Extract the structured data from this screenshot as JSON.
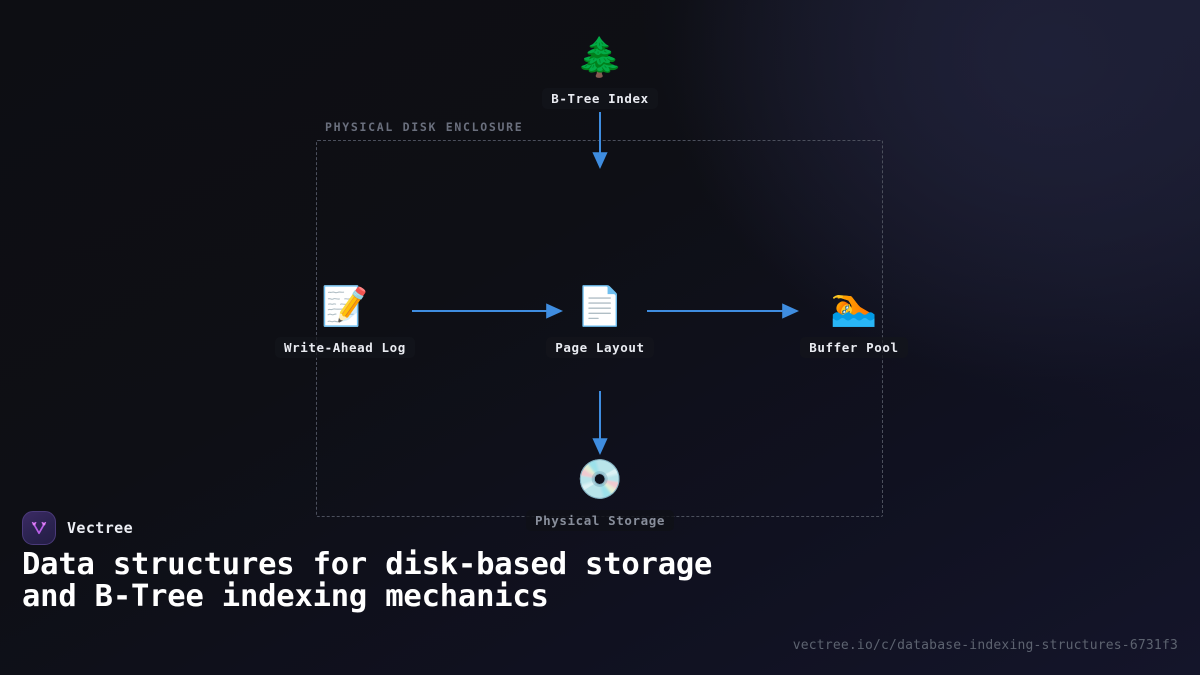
{
  "diagram": {
    "enclosure_label": "PHYSICAL DISK ENCLOSURE",
    "nodes": [
      {
        "id": "btree",
        "label": "B-Tree Index",
        "icon": "evergreen-tree-icon",
        "glyph": "🌲"
      },
      {
        "id": "wal",
        "label": "Write-Ahead Log",
        "icon": "memo-pencil-icon",
        "glyph": "📝"
      },
      {
        "id": "page",
        "label": "Page Layout",
        "icon": "page-document-icon",
        "glyph": "📄"
      },
      {
        "id": "buffer",
        "label": "Buffer Pool",
        "icon": "swimmer-icon",
        "glyph": "🏊"
      },
      {
        "id": "storage",
        "label": "Physical Storage",
        "icon": "optical-disk-icon",
        "glyph": "💿"
      }
    ],
    "edges": [
      {
        "from": "btree",
        "to": "page",
        "direction": "down"
      },
      {
        "from": "wal",
        "to": "page",
        "direction": "right"
      },
      {
        "from": "page",
        "to": "buffer",
        "direction": "right"
      },
      {
        "from": "page",
        "to": "storage",
        "direction": "down"
      }
    ]
  },
  "brand": {
    "name": "Vectree",
    "logo_icon": "vectree-branch-logo"
  },
  "headline": "Data structures for disk-based storage and B-Tree indexing mechanics",
  "url": "vectree.io/c/database-indexing-structures-6731f3",
  "colors": {
    "arrow": "#3f8de0",
    "enclosure_border": "#4b4f5c",
    "enclosure_label": "#6a6f7d",
    "node_label": "#e9ebf1",
    "dim_label": "#888e9b",
    "headline": "#ffffff",
    "url": "#5d6370",
    "logo_accent": "#c externally"
  }
}
